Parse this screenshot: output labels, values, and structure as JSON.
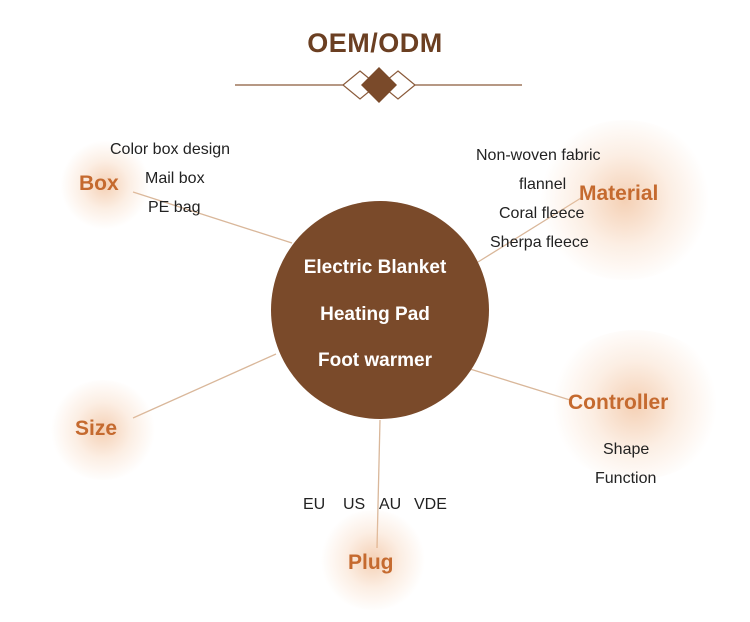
{
  "title": "OEM/ODM",
  "colors": {
    "hub": "#7a4a2a",
    "accent": "#c56a2f",
    "title": "#6b3f22",
    "line": "#d9b79a"
  },
  "center": {
    "lines": [
      "Electric Blanket",
      "Heating Pad",
      "Foot warmer"
    ]
  },
  "nodes": {
    "box": {
      "label": "Box",
      "items": [
        "Color box design",
        "Mail box",
        "PE bag"
      ]
    },
    "material": {
      "label": "Material",
      "items": [
        "Non-woven fabric",
        "flannel",
        "Coral fleece",
        "Sherpa fleece"
      ]
    },
    "controller": {
      "label": "Controller",
      "items": [
        "Shape",
        "Function"
      ]
    },
    "size": {
      "label": "Size",
      "items": []
    },
    "plug": {
      "label": "Plug",
      "items": [
        "EU",
        "US",
        "AU",
        "VDE"
      ]
    }
  }
}
